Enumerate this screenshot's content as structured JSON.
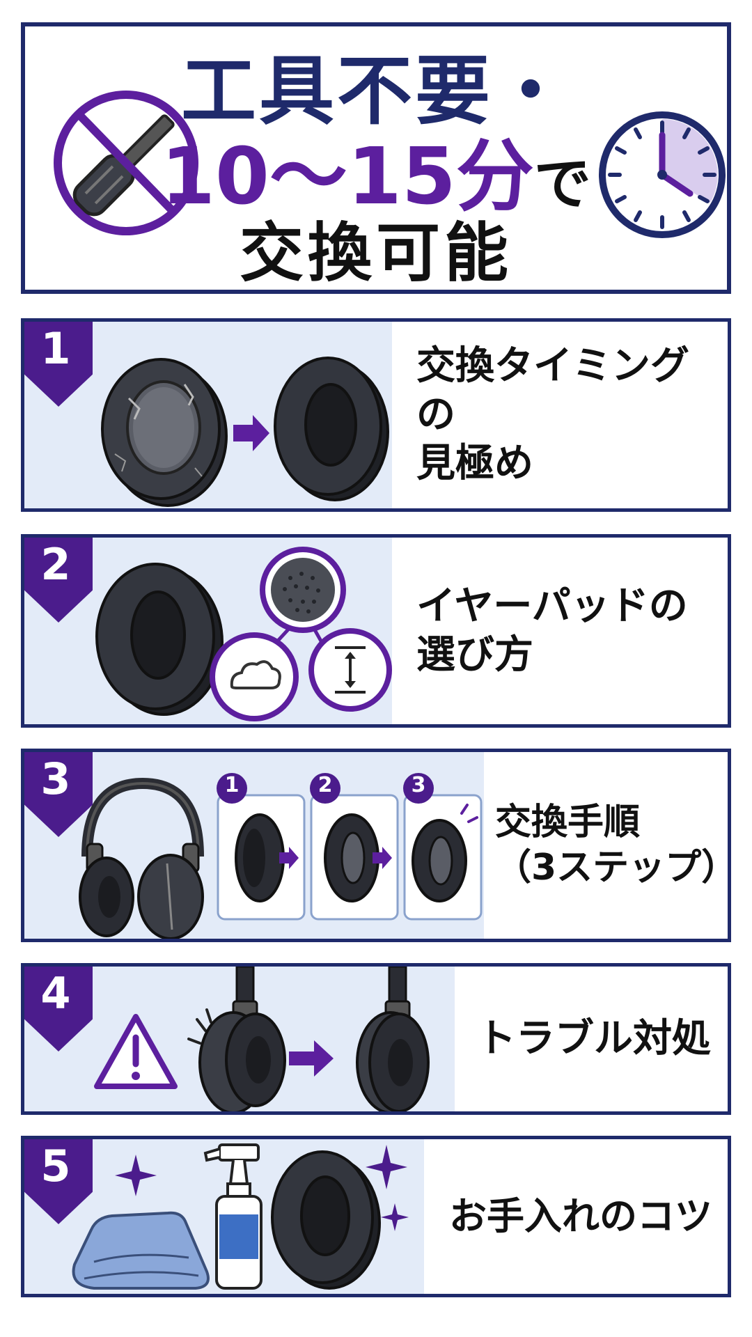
{
  "hero": {
    "line1": "工具不要・",
    "line2_main": "10〜15分",
    "line2_suffix": "で",
    "line3": "交換可能"
  },
  "steps": [
    {
      "number": "1",
      "label_line1": "交換タイミングの",
      "label_line2": "見極め"
    },
    {
      "number": "2",
      "label_line1": "イヤーパッドの",
      "label_line2": "選び方"
    },
    {
      "number": "3",
      "label_line1": "交換手順",
      "label_line2": "（3ステップ）",
      "substeps": [
        "1",
        "2",
        "3"
      ]
    },
    {
      "number": "4",
      "label_line1": "トラブル対処",
      "label_line2": ""
    },
    {
      "number": "5",
      "label_line1": "お手入れのコツ",
      "label_line2": ""
    }
  ],
  "colors": {
    "navy": "#1f2a6b",
    "purple": "#5c1f9e",
    "badge": "#4b1c8c",
    "panel": "#e3ebf8"
  },
  "icons": [
    "no-tools-icon",
    "clock-icon",
    "worn-pad-icon",
    "new-pad-icon",
    "cushion-icon",
    "ear-pad-icon",
    "headphones-icon",
    "warning-icon",
    "cloth-icon",
    "spray-bottle-icon",
    "sparkle-icon"
  ]
}
